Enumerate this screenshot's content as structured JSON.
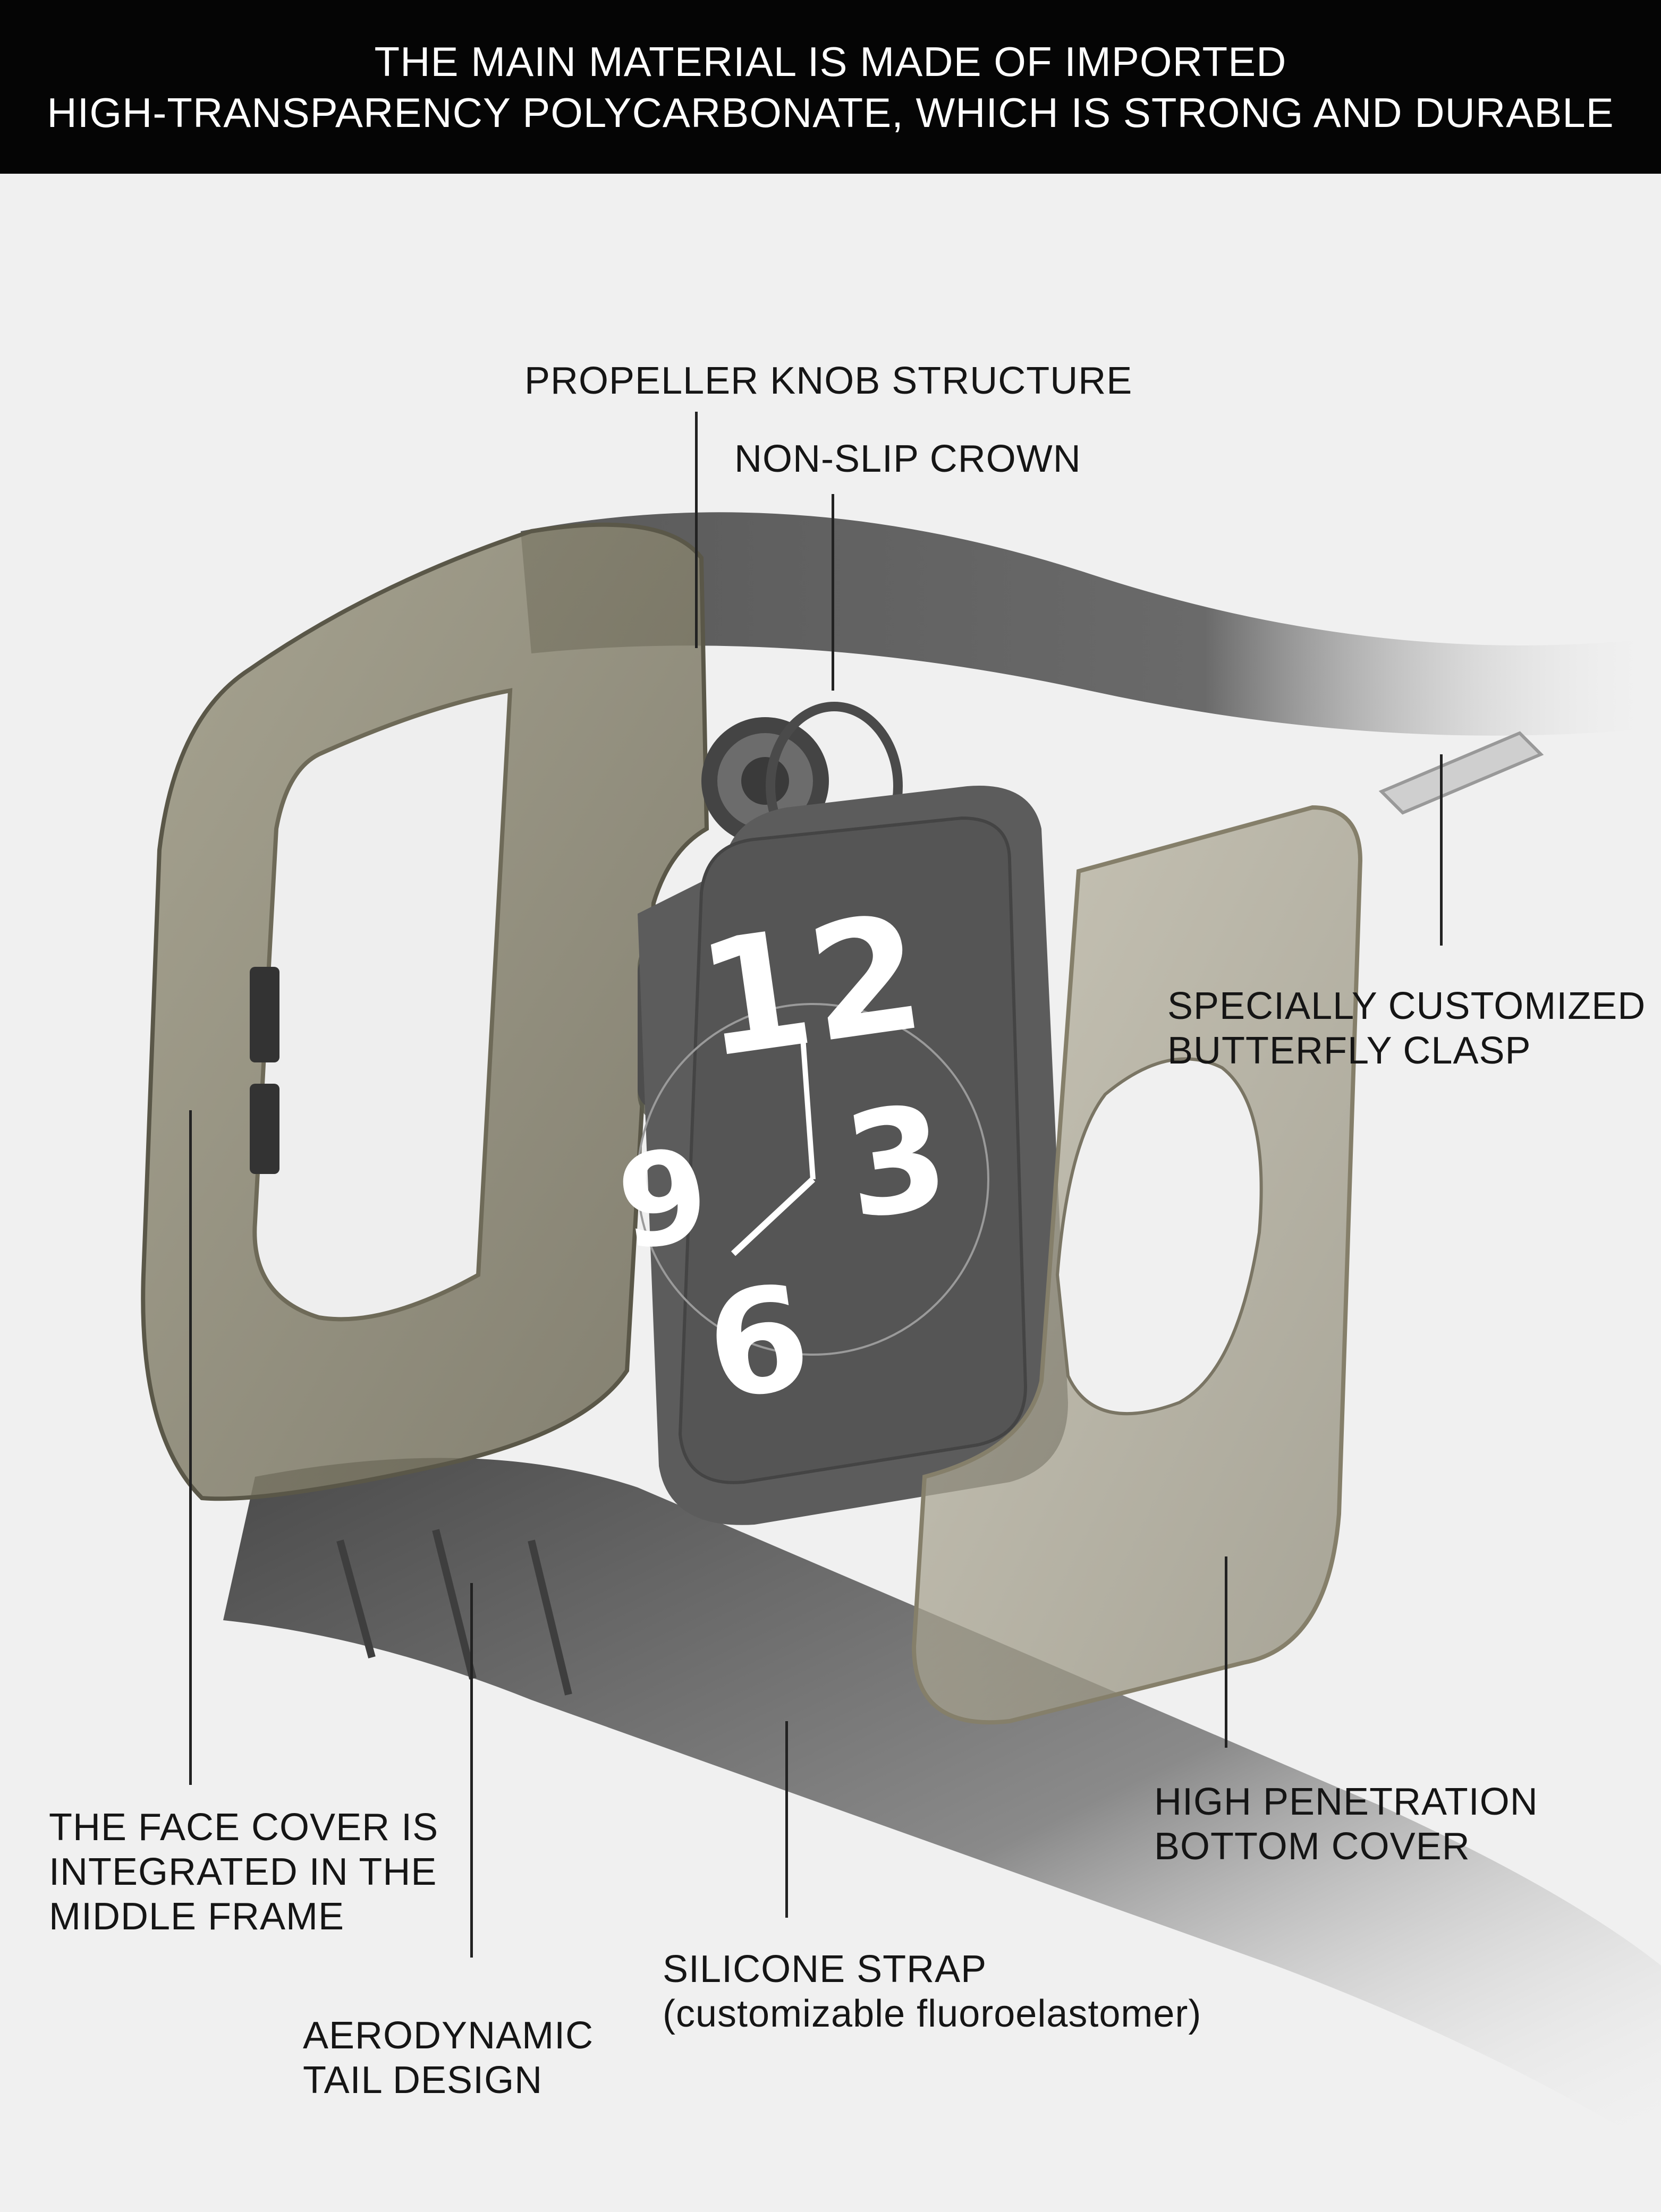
{
  "header": {
    "line1": "THE MAIN MATERIAL IS MADE OF IMPORTED",
    "line2": "HIGH-TRANSPARENCY POLYCARBONATE, WHICH IS STRONG AND DURABLE"
  },
  "callouts": {
    "propeller": "PROPELLER KNOB STRUCTURE",
    "crown": "NON-SLIP CROWN",
    "clasp_line1": "SPECIALLY CUSTOMIZED",
    "clasp_line2": "BUTTERFLY CLASP",
    "face_line1": "THE FACE COVER IS",
    "face_line2": "INTEGRATED IN THE",
    "face_line3": "MIDDLE FRAME",
    "bottom_line1": "HIGH PENETRATION",
    "bottom_line2": "BOTTOM COVER",
    "strap_line1": "SILICONE STRAP",
    "strap_line2": "(customizable fluoroelastomer)",
    "tail_line1": "AERODYNAMIC",
    "tail_line2": "TAIL DESIGN"
  },
  "watch_face": {
    "numeral_12": "12",
    "numeral_3": "3",
    "numeral_6": "6",
    "numeral_9": "9"
  },
  "colors": {
    "banner": "#050505",
    "background": "#f0f0f0",
    "strap": "#5f5f5f",
    "frame": "#8a8670",
    "watch_body": "#646464",
    "text": "#151515"
  }
}
